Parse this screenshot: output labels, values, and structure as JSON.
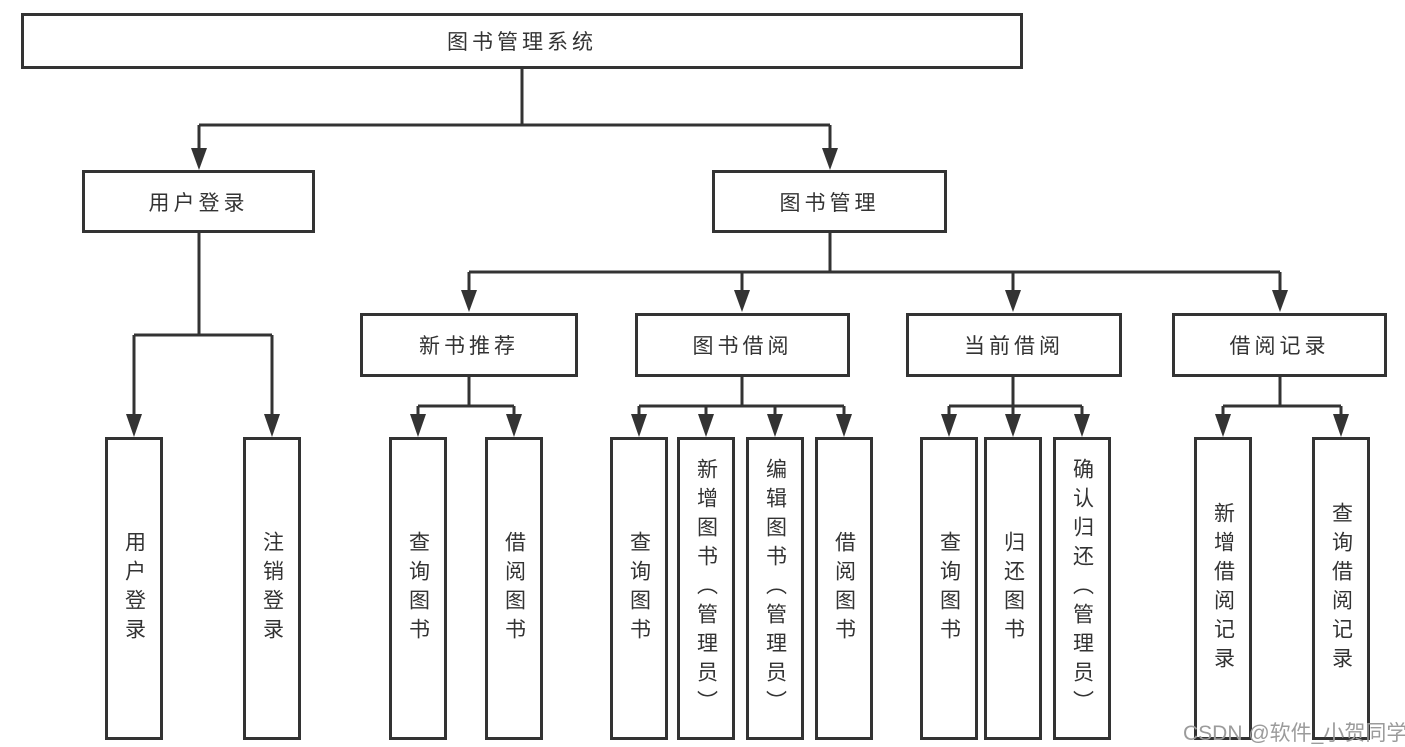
{
  "tree": {
    "root": {
      "label": "图书管理系统"
    },
    "branches": [
      {
        "label": "用户登录",
        "leaves": [
          {
            "label": "用户登录"
          },
          {
            "label": "注销登录"
          }
        ]
      },
      {
        "label": "图书管理",
        "groups": [
          {
            "label": "新书推荐",
            "leaves": [
              {
                "label": "查询图书"
              },
              {
                "label": "借阅图书"
              }
            ]
          },
          {
            "label": "图书借阅",
            "leaves": [
              {
                "label": "查询图书"
              },
              {
                "label": "新增图书（管理员）"
              },
              {
                "label": "编辑图书（管理员）"
              },
              {
                "label": "借阅图书"
              }
            ]
          },
          {
            "label": "当前借阅",
            "leaves": [
              {
                "label": "查询图书"
              },
              {
                "label": "归还图书"
              },
              {
                "label": "确认归还（管理员）"
              }
            ]
          },
          {
            "label": "借阅记录",
            "leaves": [
              {
                "label": "新增借阅记录"
              },
              {
                "label": "查询借阅记录"
              }
            ]
          }
        ]
      }
    ]
  },
  "watermark": {
    "text": "CSDN @软件_小贺同学"
  },
  "colors": {
    "line": "#333333",
    "text": "#333333",
    "box_background": "#ffffff",
    "watermark": "#9b9b9b",
    "background": "#ffffff"
  }
}
